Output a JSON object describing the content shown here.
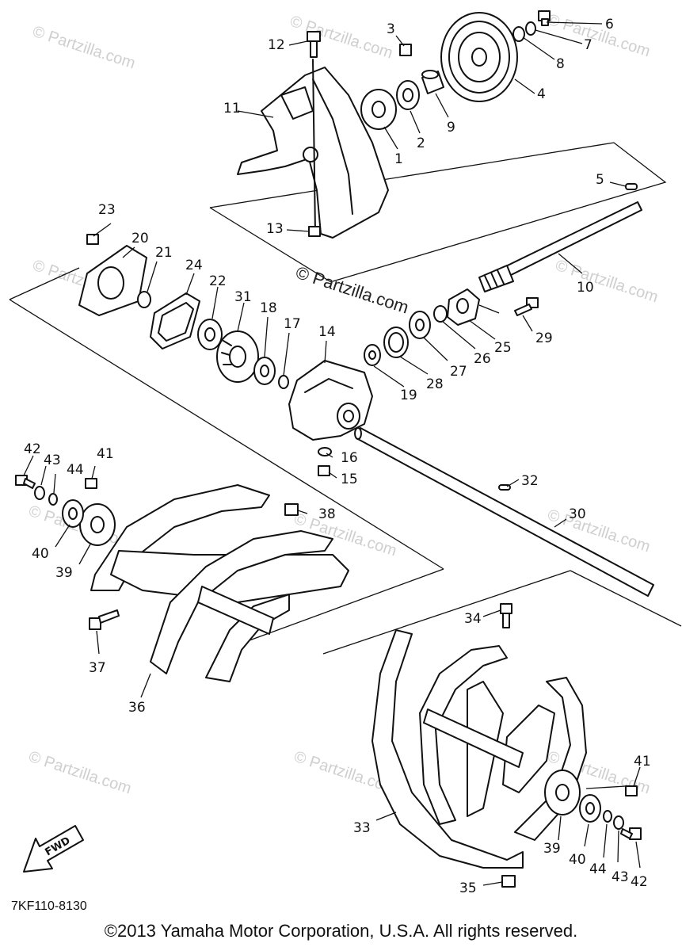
{
  "watermark": "© Partzilla.com",
  "center_watermark": "© Partzilla.com",
  "diagram_code": "7KF110-8130",
  "fwd_label": "FWD",
  "copyright": "©2013 Yamaha Motor Corporation, U.S.A. All rights reserved.",
  "labels": {
    "p1": "1",
    "p2": "2",
    "p3": "3",
    "p4": "4",
    "p5": "5",
    "p6": "6",
    "p7": "7",
    "p8": "8",
    "p9": "9",
    "p10": "10",
    "p11": "11",
    "p12": "12",
    "p13": "13",
    "p14": "14",
    "p15": "15",
    "p16": "16",
    "p17": "17",
    "p18": "18",
    "p19": "19",
    "p20": "20",
    "p21": "21",
    "p22": "22",
    "p23": "23",
    "p24": "24",
    "p25": "25",
    "p26": "26",
    "p27": "27",
    "p28": "28",
    "p29": "29",
    "p30": "30",
    "p31": "31",
    "p32": "32",
    "p33": "33",
    "p34": "34",
    "p35": "35",
    "p36": "36",
    "p37": "37",
    "p38": "38",
    "p39": "39",
    "p40": "40",
    "p41": "41",
    "p42": "42",
    "p43": "43",
    "p44": "44",
    "p39b": "39",
    "p40b": "40",
    "p41b": "41",
    "p42b": "42",
    "p43b": "43",
    "p44b": "44"
  }
}
